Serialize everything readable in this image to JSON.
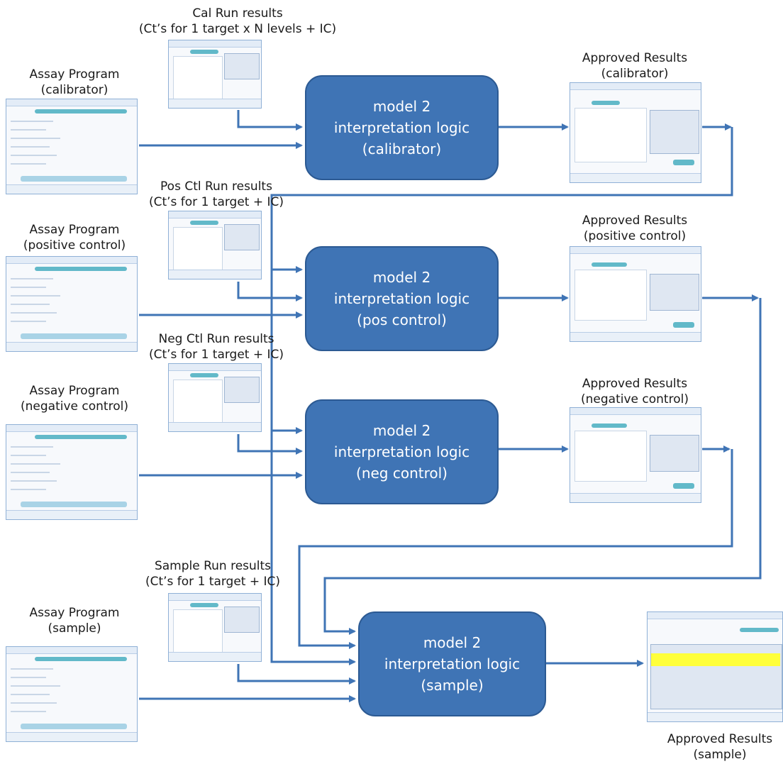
{
  "inputs": {
    "cal_run": [
      "Cal Run results",
      "(Ct’s for 1 target x N levels + IC)"
    ],
    "pos_run": [
      "Pos Ctl Run results",
      "(Ct’s for 1 target + IC)"
    ],
    "neg_run": [
      "Neg Ctl Run results",
      "(Ct’s for 1 target + IC)"
    ],
    "sample_run": [
      "Sample Run results",
      "(Ct’s for 1 target + IC)"
    ],
    "assay_cal": [
      "Assay Program",
      "(calibrator)"
    ],
    "assay_pos": [
      "Assay Program",
      "(positive control)"
    ],
    "assay_neg": [
      "Assay Program",
      "(negative control)"
    ],
    "assay_sample": [
      "Assay Program",
      "(sample)"
    ]
  },
  "logic_boxes": {
    "cal": [
      "model 2",
      "interpretation logic",
      "(calibrator)"
    ],
    "pos": [
      "model 2",
      "interpretation logic",
      "(pos control)"
    ],
    "neg": [
      "model 2",
      "interpretation logic",
      "(neg control)"
    ],
    "sample": [
      "model 2",
      "interpretation logic",
      "(sample)"
    ]
  },
  "outputs": {
    "cal": [
      "Approved Results",
      "(calibrator)"
    ],
    "pos": [
      "Approved Results",
      "(positive control)"
    ],
    "neg": [
      "Approved Results",
      "(negative control)"
    ],
    "sample": [
      "Approved Results",
      "(sample)"
    ]
  },
  "colors": {
    "box_fill": "#3f74b5",
    "arrow": "#3f74b5",
    "highlight": "#ffff3a"
  }
}
